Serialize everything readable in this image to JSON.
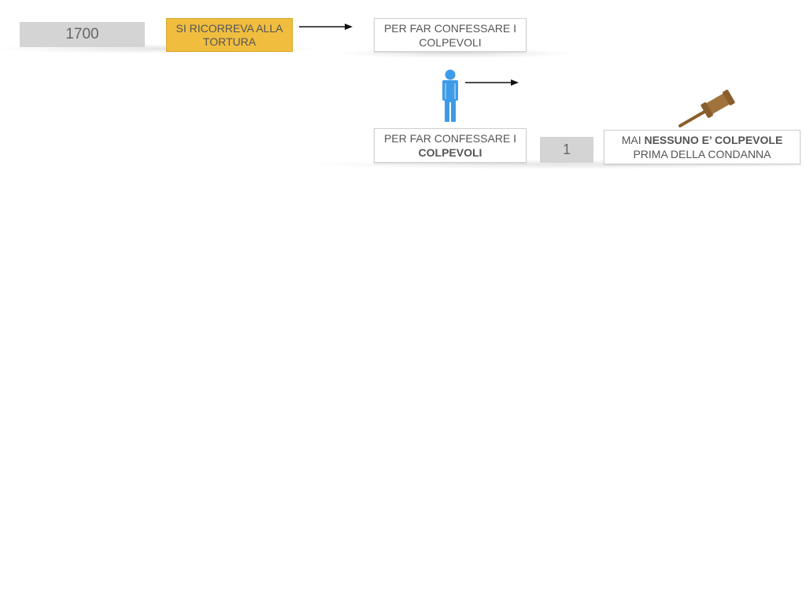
{
  "row1": {
    "year": "1700",
    "cause_line1": "SI RICORREVA ALLA",
    "cause_line2": "TORTURA",
    "purpose_line1": "PER FAR CONFESSARE I",
    "purpose_line2": "COLPEVOLI"
  },
  "row2": {
    "purpose_line1": "PER FAR CONFESSARE I",
    "purpose_line2_bold": "COLPEVOLI",
    "number": "1",
    "principle_prefix": "MAI ",
    "principle_bold": "NESSUNO E’ COLPEVOLE",
    "principle_line2": "PRIMA DELLA CONDANNA"
  },
  "colors": {
    "person": "#3d9be9",
    "gavel": "#a0733d",
    "yellow_box": "#f0bd3f",
    "grey_box": "#d4d4d4"
  },
  "icons": [
    "person-icon",
    "gavel-icon",
    "arrow-right-icon"
  ]
}
